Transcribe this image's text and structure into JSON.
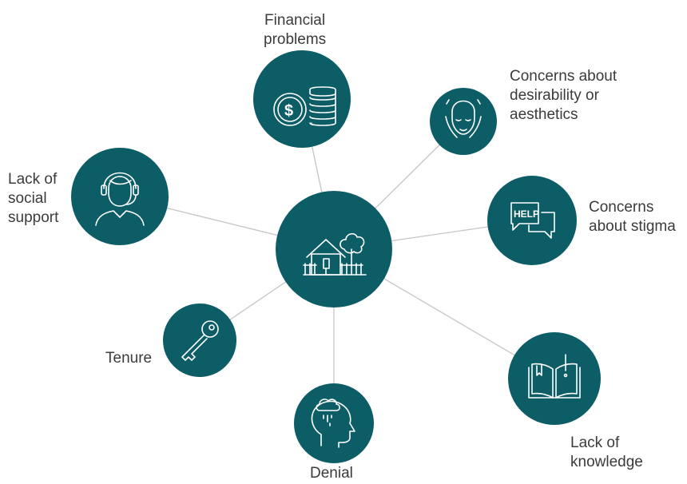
{
  "center": {
    "icon": "house-with-tree-icon"
  },
  "nodes": [
    {
      "id": "financial",
      "icon": "coins-dollar-icon",
      "lines": [
        "Financial",
        "problems"
      ]
    },
    {
      "id": "desirability",
      "icon": "face-hands-icon",
      "lines": [
        "Concerns about",
        "desirability or",
        "aesthetics"
      ]
    },
    {
      "id": "stigma",
      "icon": "help-speech-bubbles-icon",
      "lines": [
        "Concerns",
        "about stigma"
      ],
      "bubble_text": "HELP"
    },
    {
      "id": "knowledge",
      "icon": "open-book-exclamation-icon",
      "lines": [
        "Lack of",
        "knowledge"
      ]
    },
    {
      "id": "denial",
      "icon": "head-rain-cloud-icon",
      "lines": [
        "Denial"
      ]
    },
    {
      "id": "tenure",
      "icon": "key-icon",
      "lines": [
        "Tenure"
      ]
    },
    {
      "id": "social",
      "icon": "person-headset-icon",
      "lines": [
        "Lack of",
        "social",
        "support"
      ]
    }
  ],
  "colors": {
    "node": "#0c5d66",
    "connector": "#c9c9c9",
    "text": "#3b3b3b",
    "icon": "#ffffff"
  }
}
